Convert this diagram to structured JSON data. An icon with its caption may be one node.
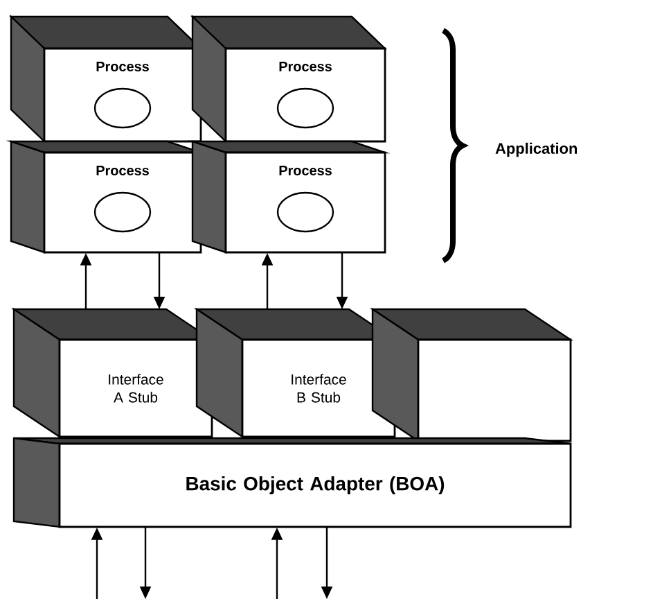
{
  "diagram": {
    "nodes": [
      {
        "text": [
          "Process"
        ]
      },
      {
        "text": [],
        "shape": "circle",
        "in": 0
      },
      {
        "text": [
          "Process"
        ]
      },
      {
        "text": [],
        "shape": "circle",
        "in": 2
      },
      {
        "text": [
          "Process"
        ]
      },
      {
        "text": [],
        "shape": "circle",
        "in": 4
      },
      {
        "text": [
          "Process"
        ]
      },
      {
        "text": [],
        "shape": "circle",
        "in": 6
      },
      {
        "text": [
          "Interface A Stub"
        ]
      },
      {
        "text": [
          "Interface B Stub"
        ]
      },
      {
        "text": [],
        "shape": "box"
      },
      {
        "text": [
          "Basic Object Adapter (BOA)"
        ]
      }
    ],
    "edges": [
      {
        "from": 8,
        "to": 4,
        "arrow": "to"
      },
      {
        "from": 4,
        "to": 8,
        "arrow": "to"
      },
      {
        "from": 9,
        "to": 6,
        "arrow": "to"
      },
      {
        "from": 6,
        "to": 9,
        "arrow": "to"
      },
      {
        "from": null,
        "to": 11,
        "arrow": "to"
      },
      {
        "from": 11,
        "to": null,
        "arrow": "to"
      },
      {
        "from": null,
        "to": 11,
        "arrow": "to"
      },
      {
        "from": 11,
        "to": null,
        "arrow": "to"
      }
    ],
    "labels": [
      "Application"
    ]
  }
}
